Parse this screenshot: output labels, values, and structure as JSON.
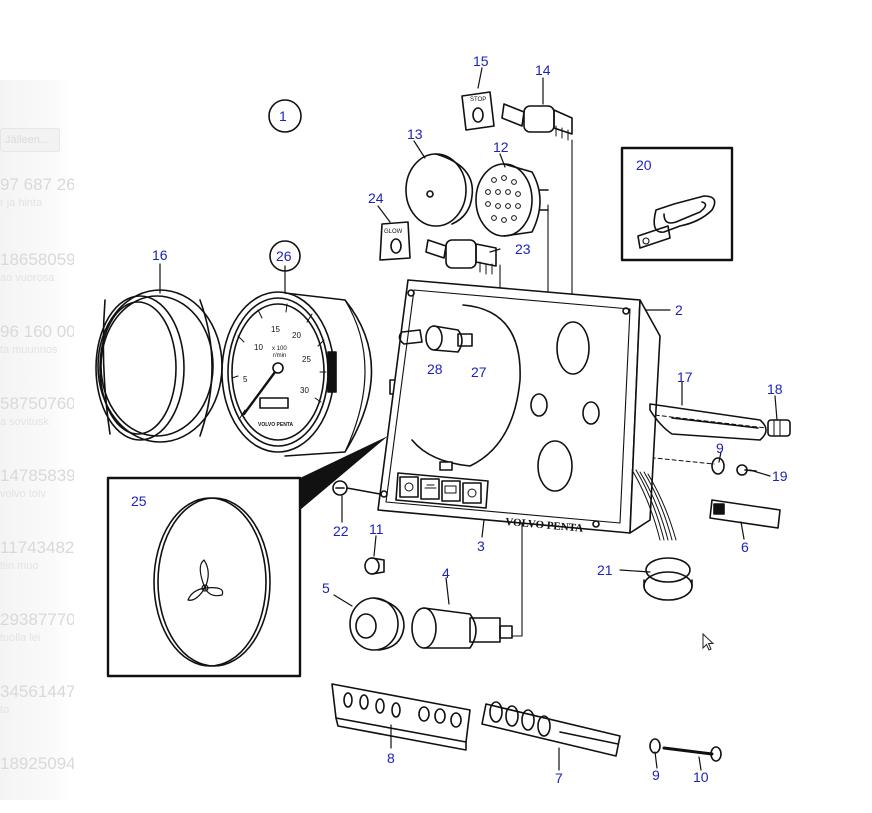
{
  "diagram": {
    "callouts": [
      {
        "id": "1",
        "label": "1"
      },
      {
        "id": "2",
        "label": "2"
      },
      {
        "id": "3",
        "label": "3"
      },
      {
        "id": "4",
        "label": "4"
      },
      {
        "id": "5",
        "label": "5"
      },
      {
        "id": "6",
        "label": "6"
      },
      {
        "id": "7",
        "label": "7"
      },
      {
        "id": "8",
        "label": "8"
      },
      {
        "id": "9a",
        "label": "9"
      },
      {
        "id": "9b",
        "label": "9"
      },
      {
        "id": "10",
        "label": "10"
      },
      {
        "id": "11",
        "label": "11"
      },
      {
        "id": "12",
        "label": "12"
      },
      {
        "id": "13",
        "label": "13"
      },
      {
        "id": "14",
        "label": "14"
      },
      {
        "id": "15",
        "label": "15"
      },
      {
        "id": "16",
        "label": "16"
      },
      {
        "id": "17",
        "label": "17"
      },
      {
        "id": "18",
        "label": "18"
      },
      {
        "id": "19",
        "label": "19"
      },
      {
        "id": "20",
        "label": "20"
      },
      {
        "id": "21",
        "label": "21"
      },
      {
        "id": "22",
        "label": "22"
      },
      {
        "id": "23",
        "label": "23"
      },
      {
        "id": "24",
        "label": "24"
      },
      {
        "id": "25",
        "label": "25"
      },
      {
        "id": "26",
        "label": "26"
      },
      {
        "id": "27",
        "label": "27"
      },
      {
        "id": "28",
        "label": "28"
      }
    ],
    "key_labels": {
      "stop": "STOP",
      "glow": "GLOW"
    },
    "brand_text": "VOLVO PENTA",
    "gauge": {
      "dial_numbers": [
        "5",
        "10",
        "15",
        "20",
        "25",
        "30"
      ],
      "multiplier": "x 100",
      "unit": "r/min",
      "brand": "VOLVO PENTA"
    }
  },
  "background_list": [
    {
      "code": "",
      "desc": ""
    },
    {
      "code": "",
      "desc": "Jälleen..."
    },
    {
      "code": "97 687 26",
      "desc": "r ja hinta"
    },
    {
      "code": "18658059",
      "desc": "ao vuorosa"
    },
    {
      "code": "96 160 00",
      "desc": "ta muunnos"
    },
    {
      "code": "58750760",
      "desc": "a sovitusk"
    },
    {
      "code": "14785839",
      "desc": "volvo toiv"
    },
    {
      "code": "11743482",
      "desc": "tiin muo"
    },
    {
      "code": "29387770",
      "desc": "tuolla lei"
    },
    {
      "code": "34561447",
      "desc": "to"
    },
    {
      "code": "18925094",
      "desc": ""
    }
  ]
}
